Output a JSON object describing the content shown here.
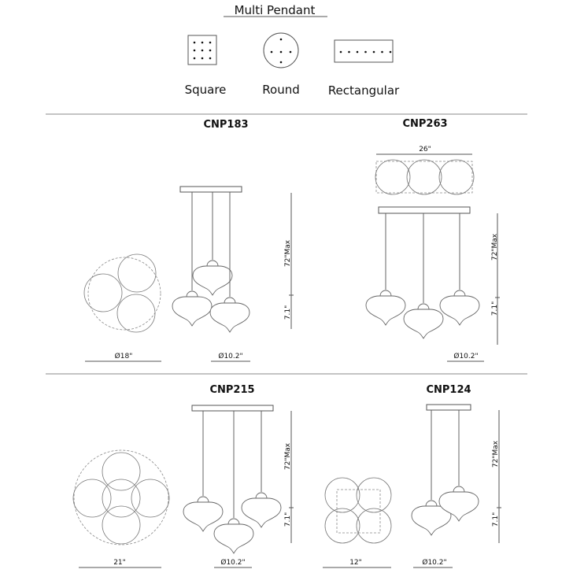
{
  "header": {
    "title": "Multi Pendant",
    "shapes": [
      {
        "label": "Square",
        "icon": "square-canopy-icon"
      },
      {
        "label": "Round",
        "icon": "round-canopy-icon"
      },
      {
        "label": "Rectangular",
        "icon": "rectangular-canopy-icon"
      }
    ]
  },
  "products": [
    {
      "code": "CNP183",
      "top_dim": "Ø18\"",
      "pendant_dim": "Ø10.2\"",
      "drop": "72\"Max",
      "height": "7.1\""
    },
    {
      "code": "CNP263",
      "top_dim": "26\"",
      "pendant_dim": "Ø10.2\"",
      "drop": "72\"Max",
      "height": "7.1\""
    },
    {
      "code": "CNP215",
      "top_dim": "21\"",
      "pendant_dim": "Ø10.2\"",
      "drop": "72\"Max",
      "height": "7.1\""
    },
    {
      "code": "CNP124",
      "top_dim": "12\"",
      "pendant_dim": "Ø10.2\"",
      "drop": "72\"Max",
      "height": "7.1\""
    }
  ]
}
